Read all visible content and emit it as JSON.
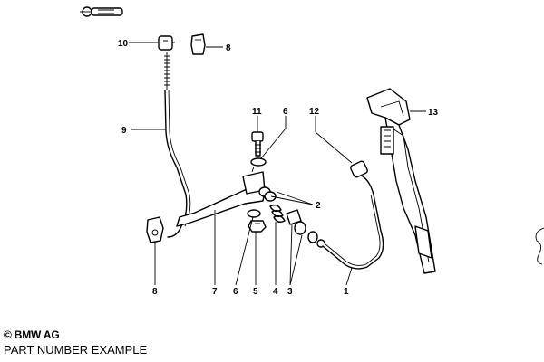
{
  "diagram": {
    "callouts": {
      "c1": "1",
      "c2": "2",
      "c3": "3",
      "c4": "4",
      "c5": "5",
      "c6a": "6",
      "c6b": "6",
      "c7": "7",
      "c8a": "8",
      "c8b": "8",
      "c9": "9",
      "c10": "10",
      "c11": "11",
      "c12": "12",
      "c13": "13"
    }
  },
  "footer": {
    "copyright": "© BMW AG",
    "caption": "PART NUMBER EXAMPLE"
  }
}
